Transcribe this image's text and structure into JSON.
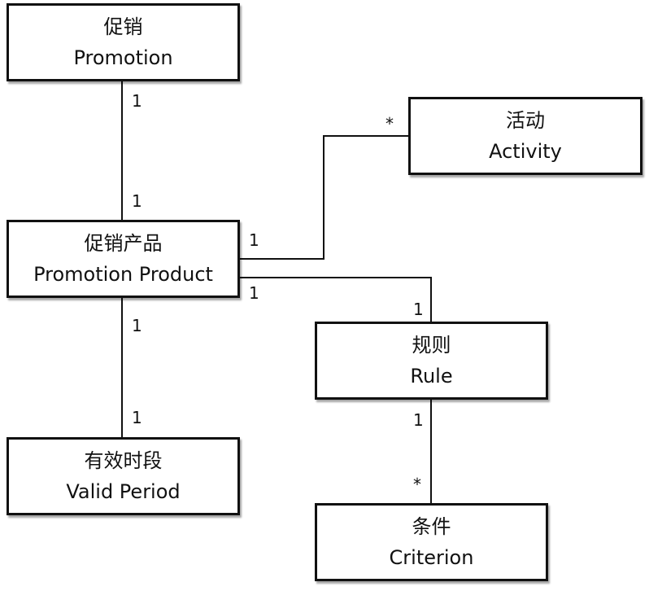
{
  "classes": {
    "promotion": {
      "zh": "促销",
      "en": "Promotion"
    },
    "activity": {
      "zh": "活动",
      "en": "Activity"
    },
    "promotion_product": {
      "zh": "促销产品",
      "en": "Promotion Product"
    },
    "rule": {
      "zh": "规则",
      "en": "Rule"
    },
    "valid_period": {
      "zh": "有效时段",
      "en": "Valid Period"
    },
    "criterion": {
      "zh": "条件",
      "en": "Criterion"
    }
  },
  "associations": {
    "promotion_to_product": {
      "source": "1",
      "target": "1"
    },
    "product_to_activity": {
      "source": "1",
      "target": "*"
    },
    "product_to_rule": {
      "source": "1",
      "target": "1"
    },
    "product_to_period": {
      "source": "1",
      "target": "1"
    },
    "rule_to_criterion": {
      "source": "1",
      "target": "*"
    }
  }
}
